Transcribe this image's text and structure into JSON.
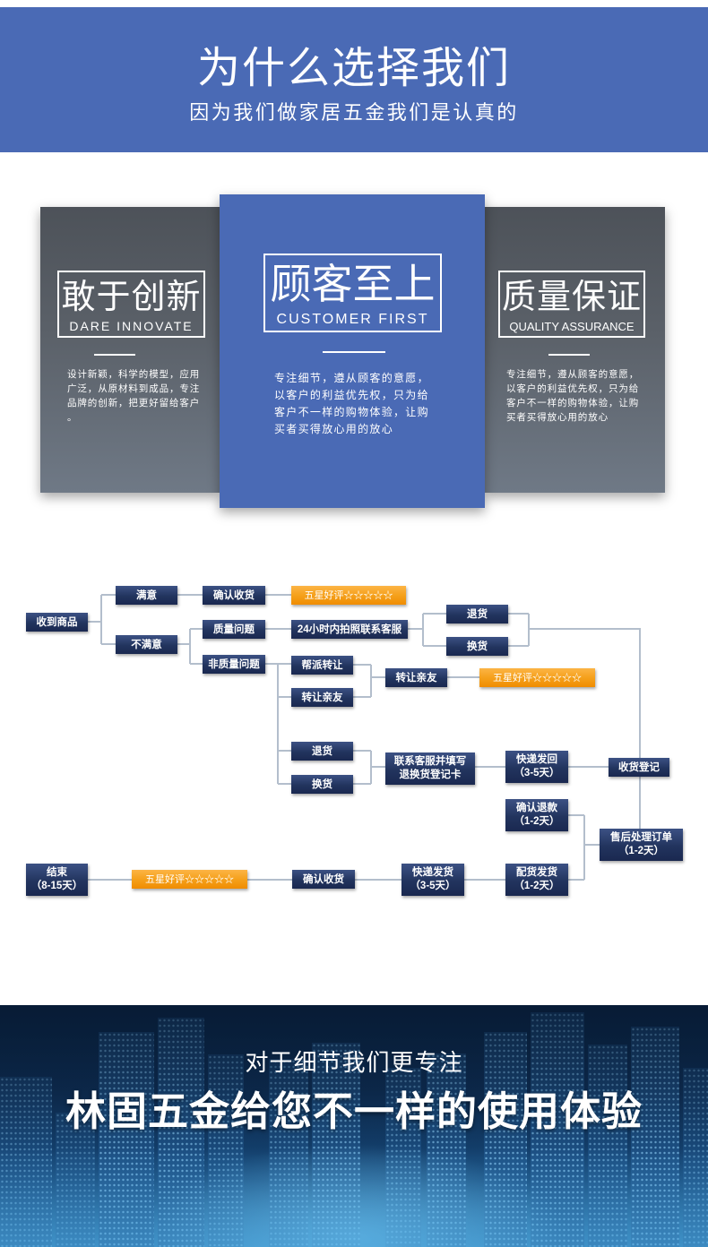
{
  "colors": {
    "brand_blue": "#4a6ab5",
    "card_grey_top": "#4d5259",
    "card_grey_bottom": "#6f7986",
    "node_navy": "#22345e",
    "node_orange": "#f5a11c",
    "connector": "#b3becc",
    "footer_dark": "#0a2240"
  },
  "header": {
    "title": "为什么选择我们",
    "subtitle": "因为我们做家居五金我们是认真的"
  },
  "cards": {
    "innovate": {
      "title": "敢于创新",
      "title_en": "DARE INNOVATE",
      "body": [
        "设计新颖，科学的模型，应用",
        "广泛，从原材料到成品，专注",
        "品牌的创新，把更好留给客户",
        "。"
      ]
    },
    "customer": {
      "title": "顾客至上",
      "title_en": "CUSTOMER FIRST",
      "body": [
        "专注细节，遵从顾客的意愿，",
        "以客户的利益优先权，只为给",
        "客户不一样的购物体验，让购",
        "买者买得放心用的放心"
      ]
    },
    "quality": {
      "title": "质量保证",
      "title_en": "QUALITY ASSURANCE",
      "body": [
        "专注细节，遵从顾客的意愿，",
        "以客户的利益优先权，只为给",
        "客户不一样的购物体验，让购",
        "买者买得放心用的放心"
      ]
    }
  },
  "flow": {
    "receive_goods": "收到商品",
    "satisfied": "满意",
    "unsatisfied": "不满意",
    "confirm_receipt_top": "确认收货",
    "five_star_top": "五星好评☆☆☆☆☆",
    "quality_issue": "质量问题",
    "non_quality_issue": "非质量问题",
    "contact_service_24h": "24小时内拍照联系客服",
    "return_top": "退货",
    "exchange_top": "换货",
    "transfer_gang": "帮派转让",
    "transfer_friends_left": "转让亲友",
    "transfer_friends_right": "转让亲友",
    "five_star_middle": "五星好评☆☆☆☆☆",
    "return_middle": "退货",
    "exchange_middle": "换货",
    "fill_form": {
      "line1": "联系客服并填写",
      "line2": "退换货登记卡"
    },
    "express_return": {
      "line1": "快递发回",
      "line2": "（3-5天）"
    },
    "receipt_register": "收货登记",
    "confirm_refund": {
      "line1": "确认退款",
      "line2": "（1-2天）"
    },
    "after_sales_order": {
      "line1": "售后处理订单",
      "line2": "（1-2天）"
    },
    "dispatch": {
      "line1": "配货发货",
      "line2": "（1-2天）"
    },
    "express_send": {
      "line1": "快递发货",
      "line2": "（3-5天）"
    },
    "confirm_receipt_bottom": "确认收货",
    "five_star_bottom": "五星好评☆☆☆☆☆",
    "end": {
      "line1": "结束",
      "line2": "（8-15天）"
    }
  },
  "footer": {
    "tagline": "对于细节我们更专注",
    "headline": "林固五金给您不一样的使用体验"
  }
}
